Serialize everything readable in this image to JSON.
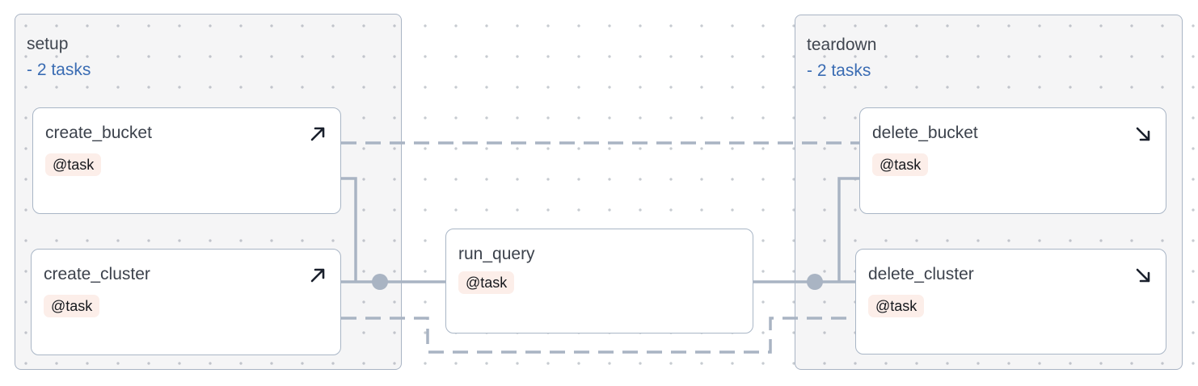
{
  "groups": [
    {
      "label": "setup",
      "toggle_label": "- 2 tasks"
    },
    {
      "label": "teardown",
      "toggle_label": "- 2 tasks"
    }
  ],
  "nodes": [
    {
      "label": "create_bucket",
      "badge": "@task",
      "icon": "arrow-up-right",
      "group": "setup"
    },
    {
      "label": "create_cluster",
      "badge": "@task",
      "icon": "arrow-up-right",
      "group": "setup"
    },
    {
      "label": "run_query",
      "badge": "@task",
      "icon": "none",
      "group": "none"
    },
    {
      "label": "delete_bucket",
      "badge": "@task",
      "icon": "arrow-down-right",
      "group": "teardown"
    },
    {
      "label": "delete_cluster",
      "badge": "@task",
      "icon": "arrow-down-right",
      "group": "teardown"
    }
  ],
  "edges": [
    {
      "from": "create_bucket",
      "to": "run_query",
      "style": "solid"
    },
    {
      "from": "create_cluster",
      "to": "run_query",
      "style": "solid"
    },
    {
      "from": "run_query",
      "to": "delete_bucket",
      "style": "solid"
    },
    {
      "from": "run_query",
      "to": "delete_cluster",
      "style": "solid"
    },
    {
      "from": "create_bucket",
      "to": "delete_bucket",
      "style": "dashed"
    },
    {
      "from": "create_cluster",
      "to": "delete_cluster",
      "style": "dashed"
    }
  ],
  "colors": {
    "edge": "#a9b4c3",
    "node_border": "#a9b6c6",
    "group_border": "#a9b4c4",
    "node_label": "#3c424c",
    "group_label": "#404650",
    "toggle_link": "#3a6cb3",
    "badge_bg": "#fceee9",
    "badge_text": "#15181d",
    "icon": "#1a202c",
    "grid_dot": "#c7cbd1"
  }
}
